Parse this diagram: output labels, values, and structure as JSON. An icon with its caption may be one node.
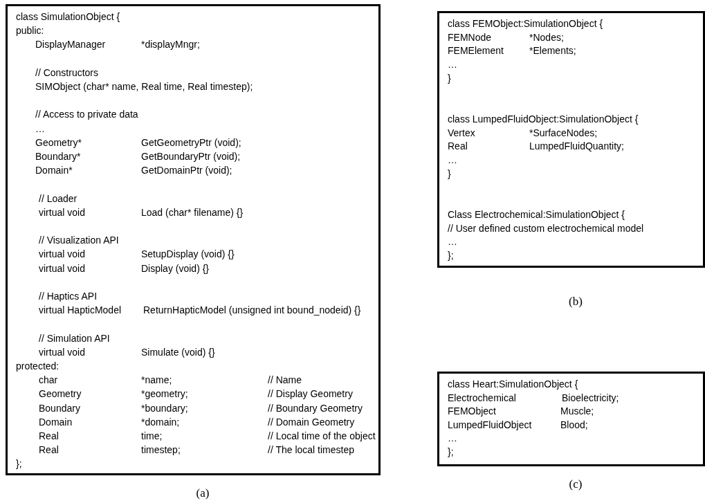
{
  "diagram": {
    "nodes": [
      {
        "text": [
          "class SimulationObject {",
          "public:",
          "DisplayManager",
          "*displayMngr;",
          "// Constructors",
          "SIMObject (char* name, Real time, Real timestep);",
          "// Access to private data",
          "…",
          "Geometry*",
          "GetGeometryPtr (void);",
          "Boundary*",
          "GetBoundaryPtr (void);",
          "Domain*",
          "GetDomainPtr (void);",
          "// Loader",
          "virtual void",
          "Load (char* filename) {}",
          "// Visualization API",
          "virtual void",
          "SetupDisplay (void) {}",
          "virtual void",
          "Display (void) {}",
          "// Haptics API",
          "virtual HapticModel",
          "ReturnHapticModel (unsigned int bound_nodeid) {}",
          "// Simulation API",
          "virtual void",
          "Simulate (void) {}",
          "protected:",
          "char",
          "*name;",
          "// Name",
          "Geometry",
          "*geometry;",
          "// Display Geometry",
          "Boundary",
          "*boundary;",
          "// Boundary Geometry",
          "Domain",
          "*domain;",
          "// Domain Geometry",
          "Real",
          "time;",
          "// Local time of the object",
          "Real",
          "timestep;",
          "// The local timestep",
          "};"
        ],
        "beside": [
          "(a)"
        ]
      },
      {
        "text": [
          "class FEMObject:SimulationObject {",
          "FEMNode",
          "*Nodes;",
          "FEMElement",
          "*Elements;",
          "…",
          "}",
          "class LumpedFluidObject:SimulationObject {",
          "Vertex",
          "*SurfaceNodes;",
          "Real",
          "LumpedFluidQuantity;",
          "…",
          "}",
          "Class Electrochemical:SimulationObject {",
          "// User defined custom electrochemical model",
          "…",
          "};"
        ],
        "beside": [
          "(b)"
        ]
      },
      {
        "text": [
          "class Heart:SimulationObject {",
          "Electrochemical",
          "Bioelectricity;",
          "FEMObject",
          "Muscle;",
          "LumpedFluidObject",
          "Blood;",
          "…",
          "};"
        ],
        "beside": [
          "(c)"
        ]
      }
    ]
  }
}
